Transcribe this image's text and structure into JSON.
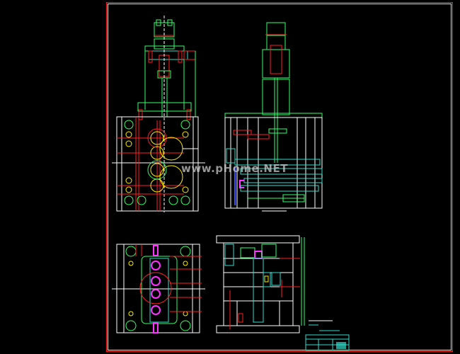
{
  "drawing": {
    "watermark": "www.pHome.NET",
    "colors": {
      "background": "#000000",
      "frame": "#ff2020",
      "outline": "#ffffff",
      "parts": "#33ff66",
      "hidden": "#33ddcc",
      "section": "#ff2020",
      "cavity": "#ff33ff",
      "highlight": "#ffee00"
    },
    "views": [
      "front-elevation",
      "side-elevation",
      "plan-view",
      "section-view"
    ]
  }
}
